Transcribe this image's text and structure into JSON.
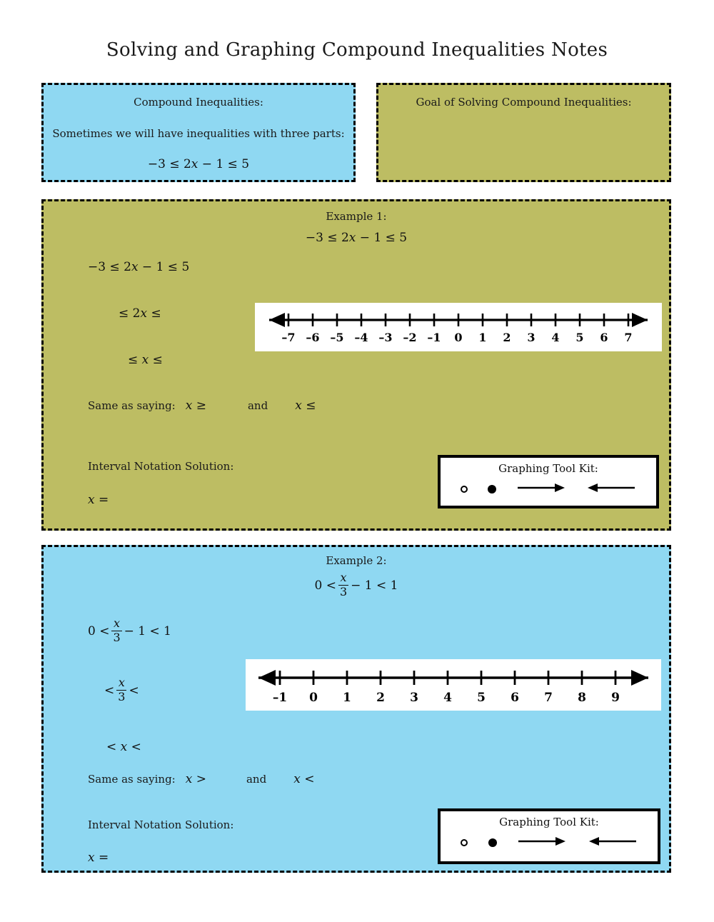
{
  "title": "Solving and Graphing Compound Inequalities Notes",
  "colors": {
    "blue": "#8FD8F2",
    "olive": "#BDBD63",
    "border": "#000000",
    "text": "#1a1a1a",
    "card": "#ffffff"
  },
  "top_left_box": {
    "heading": "Compound Inequalities:",
    "line1": "Sometimes we will have inequalities with three parts:",
    "equation": {
      "left": "−3 ≤ 2",
      "var": "x",
      "right": " − 1 ≤ 5"
    },
    "fill_color": "#8FD8F2"
  },
  "top_right_box": {
    "heading": "Goal of Solving Compound Inequalities:",
    "fill_color": "#BDBD63"
  },
  "example1": {
    "heading": "Example 1:",
    "fill_color": "#BDBD63",
    "problem": {
      "left": "−3 ≤ 2",
      "var": "x",
      "right": " − 1 ≤ 5"
    },
    "work_step1": {
      "left": "−3 ≤ 2",
      "var": "x",
      "right": " − 1 ≤ 5"
    },
    "work_step2": {
      "left": "≤ 2",
      "var": "x",
      "right": " ≤"
    },
    "work_step3": {
      "left": "≤ ",
      "var": "x",
      "right": " ≤"
    },
    "same_as_label": "Same as saying:",
    "same_as_first": {
      "var": "x",
      "op": "≥"
    },
    "same_as_conj": "and",
    "same_as_second": {
      "var": "x",
      "op": "≤"
    },
    "interval_label": "Interval Notation Solution:",
    "interval_answer": {
      "var": "x",
      "op": "="
    },
    "toolkit": {
      "title": "Graphing Tool Kit:",
      "items": [
        "open-circle",
        "closed-circle",
        "right-arrow",
        "left-arrow"
      ]
    }
  },
  "example2": {
    "heading": "Example 2:",
    "fill_color": "#8FD8F2",
    "problem": {
      "prefix": "0 <",
      "num": "x",
      "den": "3",
      "suffix": "− 1 < 1"
    },
    "work_step1": {
      "prefix": "0 <",
      "num": "x",
      "den": "3",
      "suffix": "− 1 < 1"
    },
    "work_step2": {
      "prefix": "<",
      "num": "x",
      "den": "3",
      "suffix": "<"
    },
    "work_step3": {
      "left": "< ",
      "var": "x",
      "right": " <"
    },
    "same_as_label": "Same as saying:",
    "same_as_first": {
      "var": "x",
      "op": ">"
    },
    "same_as_conj": "and",
    "same_as_second": {
      "var": "x",
      "op": "<"
    },
    "interval_label": "Interval Notation Solution:",
    "interval_answer": {
      "var": "x",
      "op": "="
    },
    "toolkit": {
      "title": "Graphing Tool Kit:",
      "items": [
        "open-circle",
        "closed-circle",
        "right-arrow",
        "left-arrow"
      ]
    }
  },
  "chart_data": [
    {
      "type": "numberline",
      "id": "number-line-example1",
      "title": "",
      "ticks": [
        -7,
        -6,
        -5,
        -4,
        -3,
        -2,
        -1,
        0,
        1,
        2,
        3,
        4,
        5,
        6,
        7
      ],
      "tick_labels": [
        "–7",
        "–6",
        "–5",
        "–4",
        "–3",
        "–2",
        "–1",
        "0",
        "1",
        "2",
        "3",
        "4",
        "5",
        "6",
        "7"
      ],
      "xlim": [
        -7.8,
        7.8
      ],
      "arrows": [
        "left",
        "right"
      ],
      "plotted_points": [],
      "shaded_intervals": [],
      "grid": false,
      "xlabel": "",
      "ylabel": ""
    },
    {
      "type": "numberline",
      "id": "number-line-example2",
      "title": "",
      "ticks": [
        -1,
        0,
        1,
        2,
        3,
        4,
        5,
        6,
        7,
        8,
        9
      ],
      "tick_labels": [
        "–1",
        "0",
        "1",
        "2",
        "3",
        "4",
        "5",
        "6",
        "7",
        "8",
        "9"
      ],
      "xlim": [
        -1.8,
        9.8
      ],
      "arrows": [
        "left",
        "right"
      ],
      "plotted_points": [],
      "shaded_intervals": [],
      "grid": false,
      "xlabel": "",
      "ylabel": ""
    }
  ]
}
